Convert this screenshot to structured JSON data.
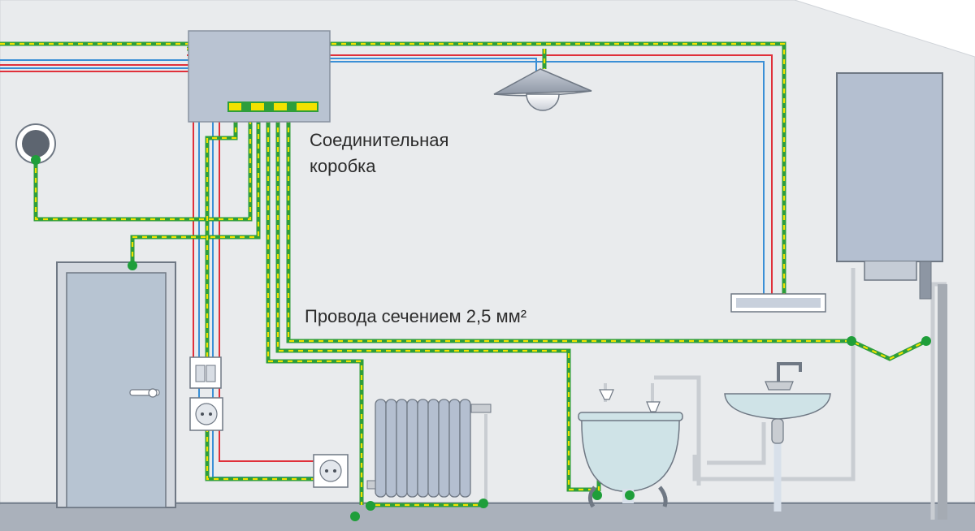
{
  "labels": {
    "junction_box_line1": "Соединительная",
    "junction_box_line2": "коробка",
    "wires": "Провода сечением 2,5 мм²"
  },
  "colors": {
    "wall": "#e9ebed",
    "floor": "#aab1bb",
    "fixture": "#b4bfd0",
    "ground_green": "#2e9e3b",
    "ground_yellow": "#f2e200",
    "phase_red": "#e0303a",
    "neutral_blue": "#3a8fd6",
    "pipe": "#c9cdd2",
    "node": "#1f9e3a"
  }
}
